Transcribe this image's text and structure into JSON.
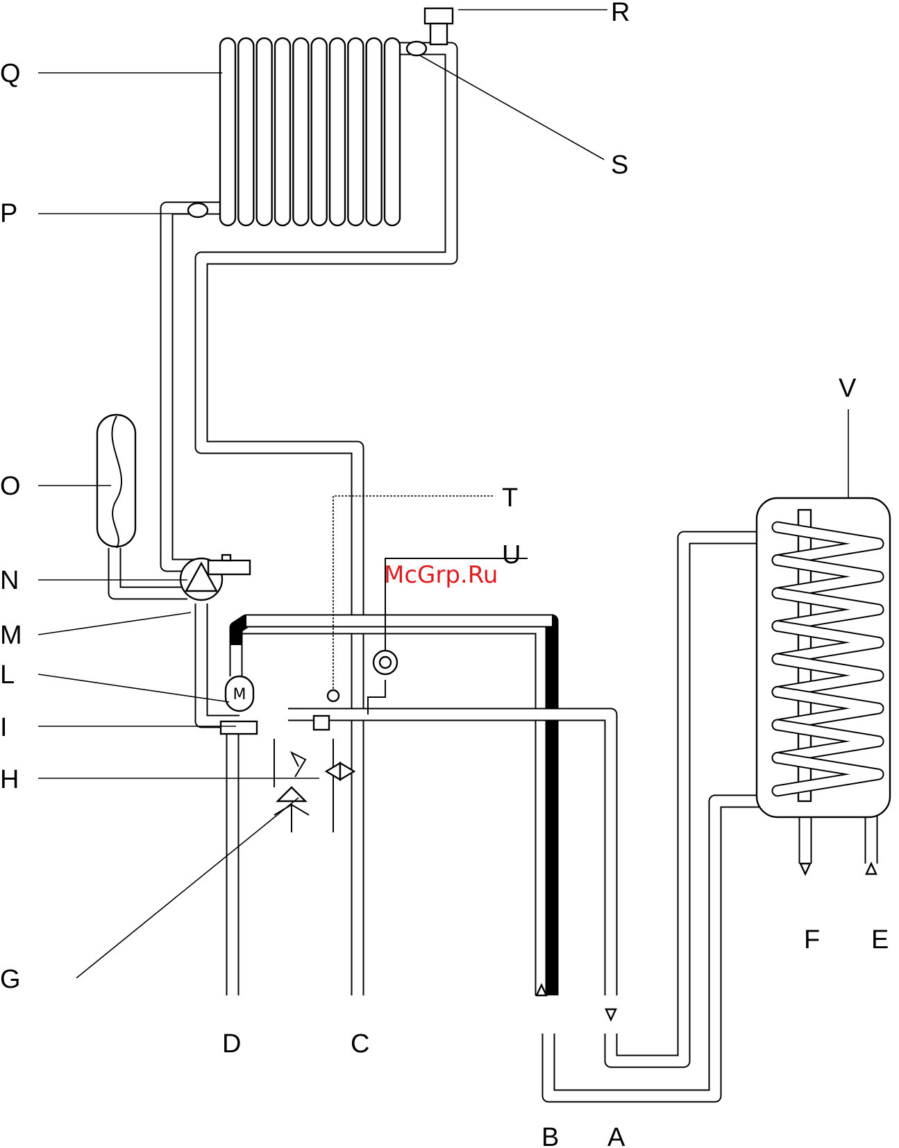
{
  "labels": {
    "Q": "Q",
    "R": "R",
    "S": "S",
    "P": "P",
    "O": "O",
    "N": "N",
    "M": "M",
    "L": "L",
    "I": "I",
    "H": "H",
    "G": "G",
    "T": "T",
    "U": "U",
    "V": "V",
    "D": "D",
    "C": "C",
    "B": "B",
    "A": "A",
    "F": "F",
    "E": "E"
  },
  "watermark": "McGrp.Ru",
  "symbols": {
    "motor": "M"
  },
  "coil": {
    "turns": 10
  },
  "tank_coil": {
    "turns": 8
  }
}
